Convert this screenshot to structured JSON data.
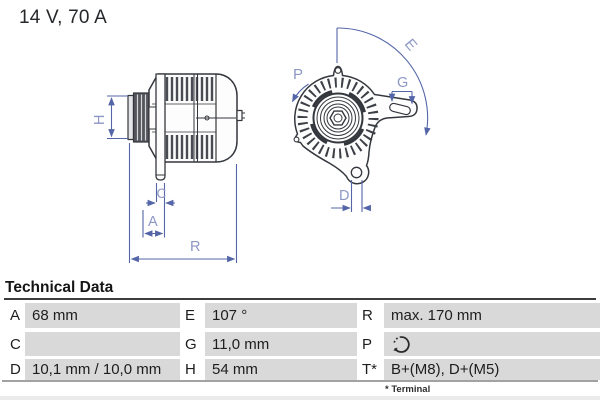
{
  "header": {
    "rating": "14 V, 70 A"
  },
  "drawing": {
    "side_view": {
      "dim_h": "H",
      "dim_c": "C",
      "dim_a": "A",
      "dim_r": "R"
    },
    "front_view": {
      "dim_p": "P",
      "dim_e": "E",
      "dim_g": "G",
      "dim_d": "D"
    },
    "colors": {
      "outline": "#34373d",
      "dimension_line": "#5466a8",
      "dimension_label": "#8d97c6"
    }
  },
  "table": {
    "title": "Technical Data",
    "rows": [
      [
        {
          "key": "A",
          "value": "68 mm"
        },
        {
          "key": "E",
          "value": "107 °"
        },
        {
          "key": "R",
          "value": "max. 170 mm"
        }
      ],
      [
        {
          "key": "C",
          "value": ""
        },
        {
          "key": "G",
          "value": "11,0 mm"
        },
        {
          "key": "P",
          "value": "",
          "icon": "rotation-clockwise"
        }
      ],
      [
        {
          "key": "D",
          "value": "10,1 mm / 10,0 mm"
        },
        {
          "key": "H",
          "value": "54 mm"
        },
        {
          "key": "T*",
          "value": "B+(M8), D+(M5)"
        }
      ]
    ],
    "footnote": "* Terminal",
    "colors": {
      "cell_value_bg": "#d9d9d9",
      "cell_label_bg": "#ffffff",
      "icon": "#2b2b2b"
    }
  }
}
